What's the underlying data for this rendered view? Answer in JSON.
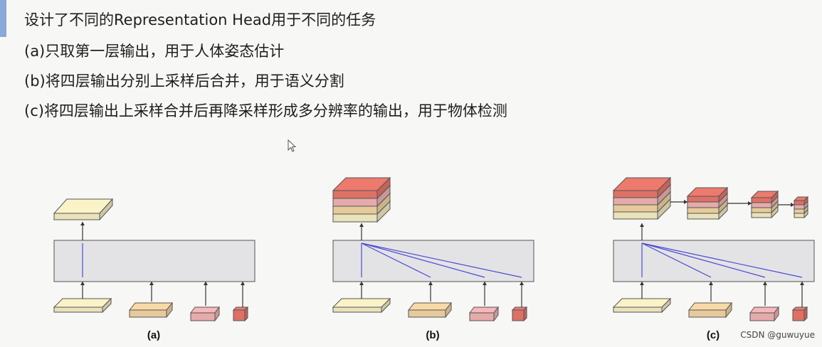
{
  "slide": {
    "lines": [
      "设计了不同的Representation Head用于不同的任务",
      "(a)只取第一层输出，用于人体姿态估计",
      "(b)将四层输出分别上采样后合并，用于语义分割",
      "(c)将四层输出上采样合并后再降采样形成多分辨率的输出，用于物体检测"
    ],
    "accent_color": "#8aa8d8"
  },
  "diagram": {
    "panel_labels": [
      "(a)",
      "(b)",
      "(c)"
    ],
    "colors": {
      "level1": "#fbf3c8",
      "level2": "#f8d9a8",
      "level3": "#f6b8b8",
      "level4": "#ee7a6e",
      "connector": "#4a4ad0",
      "box_fill": "#e3e3e6"
    },
    "icons": [
      "mouse-cursor-icon"
    ]
  },
  "watermark": "CSDN @guwuyue"
}
